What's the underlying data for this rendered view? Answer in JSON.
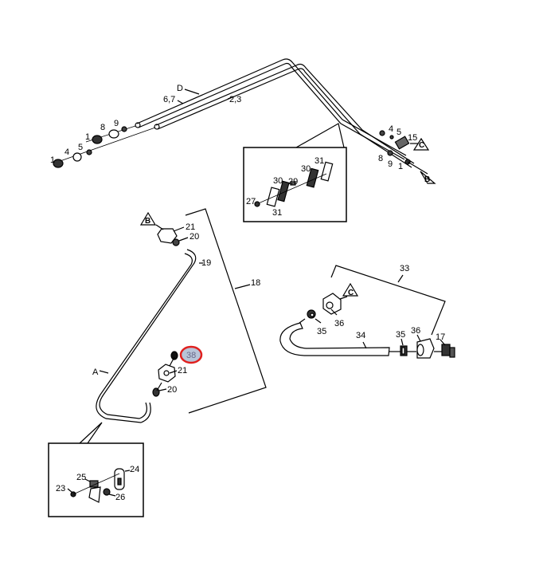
{
  "diagram": {
    "type": "exploded-parts-diagram",
    "highlight": {
      "label": "38",
      "ring_color": "#e0201e",
      "fill_color": "#b8c4d8"
    },
    "callouts": {
      "top_left": {
        "D": "D",
        "l67": "6,7",
        "l23": "2,3",
        "l1a": "1",
        "l8a": "8",
        "l9a": "9",
        "l1b": "1",
        "l4a": "4",
        "l5a": "5"
      },
      "top_right": {
        "l4": "4",
        "l5": "5",
        "l15": "15",
        "C": "C",
        "l8": "8",
        "l9": "9",
        "l1": "1",
        "B": "B"
      },
      "inset_top": {
        "l31a": "31",
        "l30a": "30",
        "l30b": "30",
        "l29": "29",
        "l27": "27",
        "l31b": "31"
      },
      "left_assembly": {
        "B": "B",
        "l21a": "21",
        "l20a": "20",
        "l19": "19",
        "l18": "18",
        "l38": "38",
        "l21b": "21",
        "A": "A",
        "l20b": "20"
      },
      "right_assembly": {
        "l33": "33",
        "C": "C",
        "l35a": "35",
        "l36a": "36",
        "l34": "34",
        "l35b": "35",
        "l36b": "36",
        "l17": "17"
      },
      "inset_bottom": {
        "l24": "24",
        "l25": "25",
        "l23": "23",
        "l26": "26"
      }
    }
  }
}
